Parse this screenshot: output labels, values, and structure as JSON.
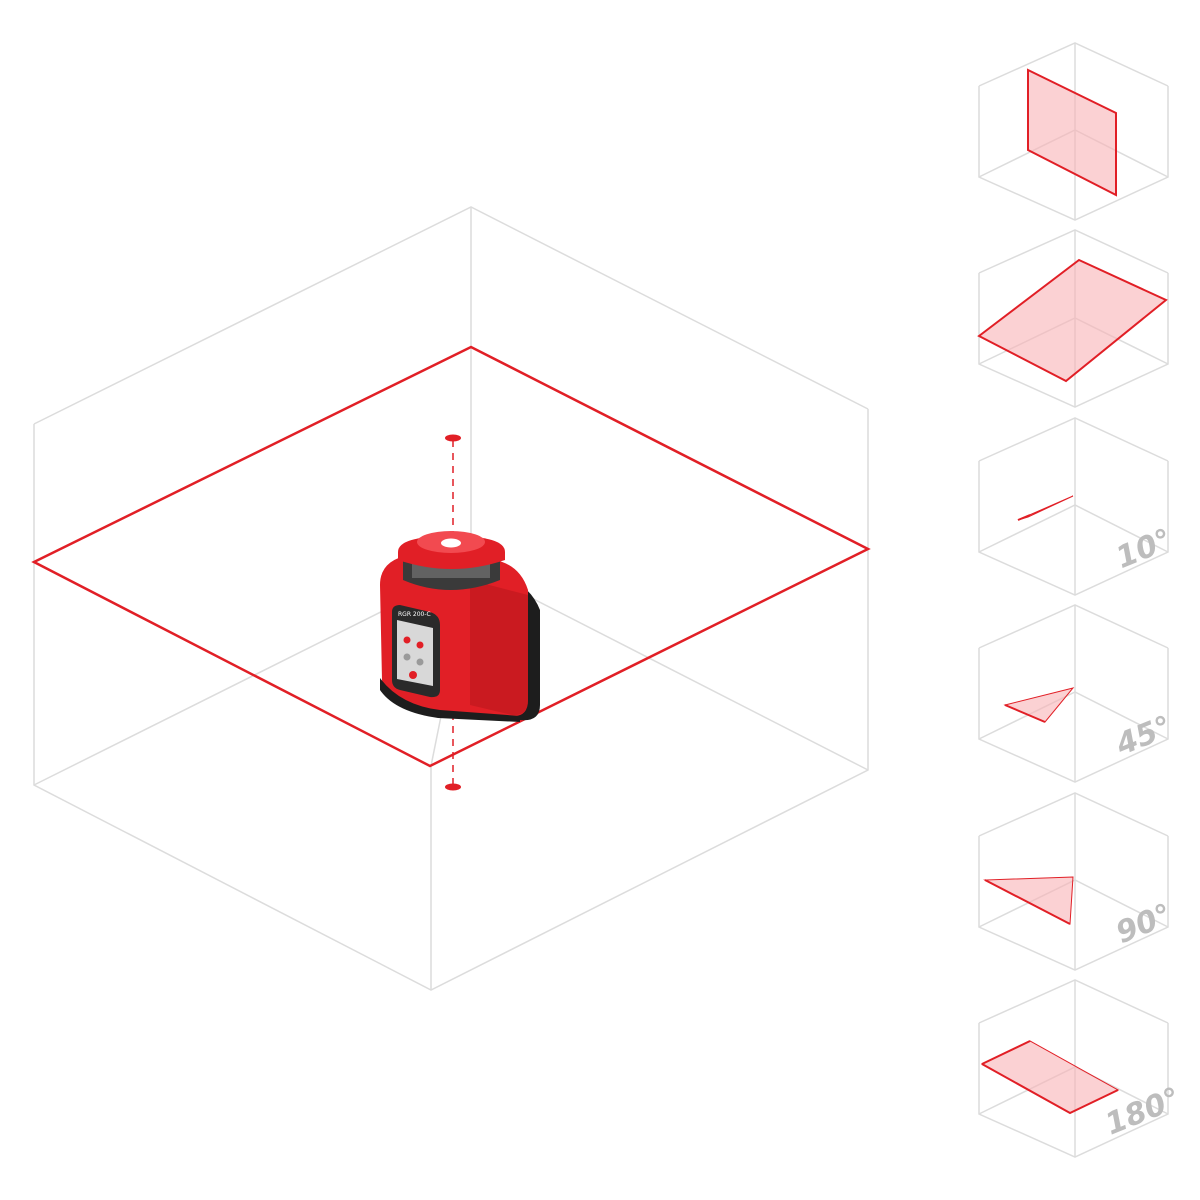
{
  "colors": {
    "laser": "#e11f26",
    "plane_fill": "#f8b3b6",
    "outline": "#dcdcdc",
    "label": "#bdbdbd",
    "device_body": "#e11f26",
    "device_grip": "#1d1d1d"
  },
  "device": {
    "model_text": "RGR 200-C"
  },
  "modes": [
    {
      "id": "vertical",
      "label": ""
    },
    {
      "id": "horizontal",
      "label": ""
    },
    {
      "id": "angle-10",
      "label": "10°",
      "fraction": 0.03
    },
    {
      "id": "angle-45",
      "label": "45°",
      "fraction": 0.125
    },
    {
      "id": "angle-90",
      "label": "90°",
      "fraction": 0.25
    },
    {
      "id": "angle-180",
      "label": "180°",
      "fraction": 0.5
    }
  ]
}
